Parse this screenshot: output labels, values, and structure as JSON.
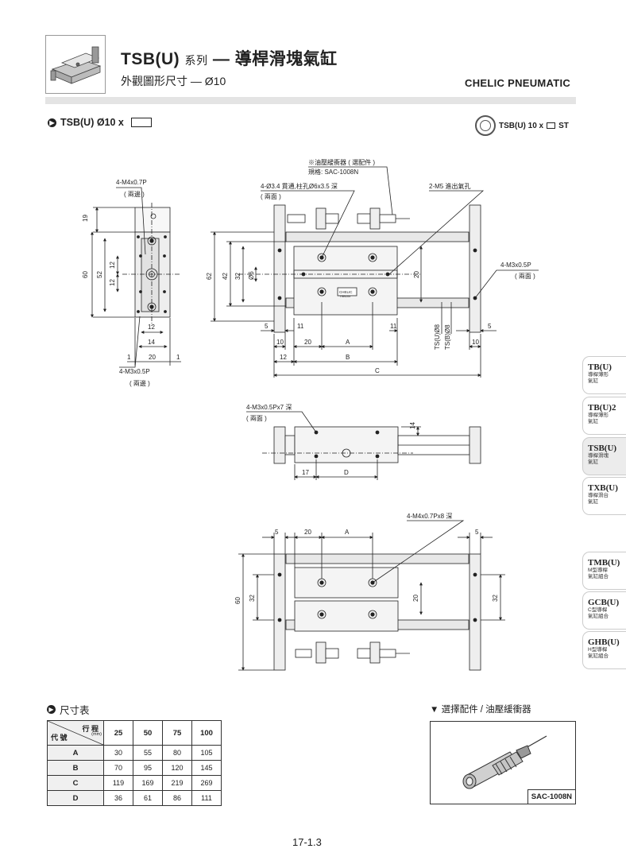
{
  "header": {
    "title_main": "TSB(U)",
    "title_series": "系列",
    "title_dash": "—",
    "title_product": "導桿滑塊氣缸",
    "subtitle": "外觀圖形尺寸 — Ø10",
    "brand": "CHELIC PNEUMATIC"
  },
  "model": {
    "label": "TSB(U)  Ø10 x",
    "st_label_prefix": "TSB(U) 10 x",
    "st_label_suffix": "ST"
  },
  "drawing": {
    "top_left": {
      "tap_top": "4-M4x0.7P",
      "tap_top_note": "( 兩邊 )",
      "tap_bottom": "4-M3x0.5P",
      "tap_bottom_note": "( 兩邊 )",
      "dims": [
        "19",
        "60",
        "52",
        "12",
        "12",
        "12",
        "14",
        "1",
        "20",
        "1"
      ]
    },
    "top_main": {
      "note_option": "※油壓緩衝器 ( 選配件 )",
      "note_spec": "規格: SAC-1008N",
      "hole_note": "4-Ø3.4 貫通,柱孔Ø6x3.5 深",
      "hole_note_sub": "( 兩面 )",
      "port_note": "2-M5 進出氣孔",
      "side_tap": "4-M3x0.5P",
      "side_tap_sub": "( 兩面 )",
      "rod_dia_1": "TS(U)Ø8",
      "rod_dia_2": "TS(B)Ø8",
      "dims": [
        "62",
        "42",
        "32",
        "Ø6",
        "20",
        "5",
        "11",
        "11",
        "5",
        "10",
        "20",
        "A",
        "10",
        "12",
        "B",
        "C"
      ],
      "plate_text_1": "CHELIC",
      "plate_text_2": "TSB10x"
    },
    "middle": {
      "tap_note": "4-M3x0.5Px7 深",
      "tap_note_sub": "( 兩面 )",
      "dims": [
        "14",
        "17",
        "D"
      ]
    },
    "bottom": {
      "tap_note": "4-M4x0.7Px8 深",
      "dims": [
        "5",
        "20",
        "A",
        "5",
        "60",
        "32",
        "20",
        "32"
      ]
    }
  },
  "side_tabs": [
    {
      "name": "TB(U)",
      "sub1": "導桿薄形",
      "sub2": "氣缸",
      "active": false
    },
    {
      "name": "TB(U)2",
      "sub1": "導桿薄形",
      "sub2": "氣缸",
      "active": false
    },
    {
      "name": "TSB(U)",
      "sub1": "導桿滑塊",
      "sub2": "氣缸",
      "active": true
    },
    {
      "name": "TXB(U)",
      "sub1": "導桿滑台",
      "sub2": "氣缸",
      "active": false
    },
    {
      "name": "TMB(U)",
      "sub1": "M型導桿",
      "sub2": "氣缸組合",
      "active": false
    },
    {
      "name": "GCB(U)",
      "sub1": "C型導桿",
      "sub2": "氣缸組合",
      "active": false
    },
    {
      "name": "GHB(U)",
      "sub1": "H型導桿",
      "sub2": "氣缸組合",
      "active": false
    }
  ],
  "dimension_table": {
    "title": "尺寸表",
    "corner_top": "行 程",
    "corner_unit": "(mm)",
    "corner_bottom": "代 號",
    "columns": [
      "25",
      "50",
      "75",
      "100"
    ],
    "rows": [
      {
        "code": "A",
        "values": [
          "30",
          "55",
          "80",
          "105"
        ]
      },
      {
        "code": "B",
        "values": [
          "70",
          "95",
          "120",
          "145"
        ]
      },
      {
        "code": "C",
        "values": [
          "119",
          "169",
          "219",
          "269"
        ]
      },
      {
        "code": "D",
        "values": [
          "36",
          "61",
          "86",
          "111"
        ]
      }
    ]
  },
  "option": {
    "title": "▼ 選擇配件 / 油壓緩衝器",
    "label": "SAC-1008N"
  },
  "page_number": "17-1.3"
}
